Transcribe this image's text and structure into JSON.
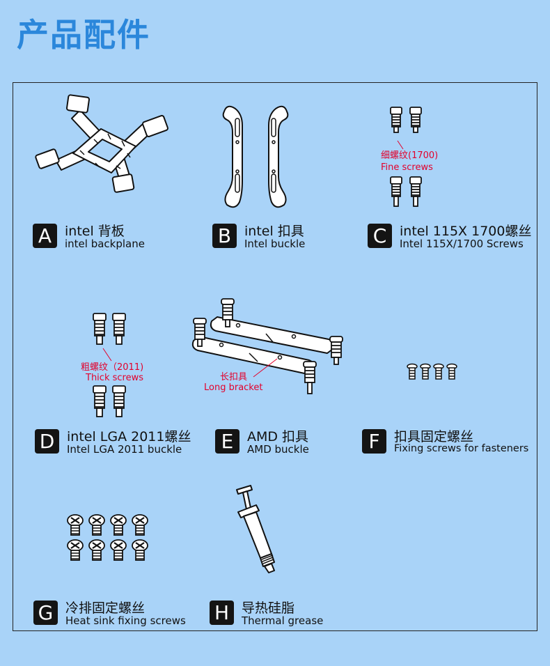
{
  "page": {
    "title": "产品配件"
  },
  "items": [
    {
      "letter": "A",
      "zh": "intel 背板",
      "en": "intel backplane"
    },
    {
      "letter": "B",
      "zh": "intel 扣具",
      "en": "Intel buckle"
    },
    {
      "letter": "C",
      "zh": "intel 115X 1700螺丝",
      "en": "Intel 115X/1700 Screws"
    },
    {
      "letter": "D",
      "zh": "intel LGA 2011螺丝",
      "en": "Intel LGA 2011 buckle"
    },
    {
      "letter": "E",
      "zh": "AMD 扣具",
      "en": "AMD buckle"
    },
    {
      "letter": "F",
      "zh": "扣具固定螺丝",
      "en": "Fixing screws for fasteners"
    },
    {
      "letter": "G",
      "zh": "冷排固定螺丝",
      "en": "Heat sink fixing screws"
    },
    {
      "letter": "H",
      "zh": "导热硅脂",
      "en": "Thermal grease"
    }
  ],
  "annotations": {
    "fine_zh": "细螺纹(1700)",
    "fine_en": "Fine screws",
    "thick_zh": "粗螺纹（2011)",
    "thick_en": "Thick screws",
    "long_zh": "长扣具",
    "long_en": "Long bracket"
  },
  "colors": {
    "background": "#a9d3f8",
    "title": "#2b87db",
    "badge": "#141414",
    "annotation": "#e3002b"
  }
}
